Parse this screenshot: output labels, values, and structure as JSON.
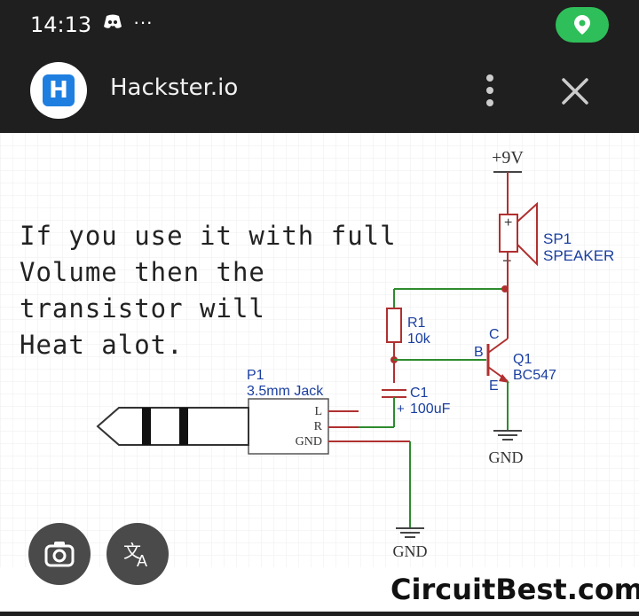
{
  "status_bar": {
    "time": "14:13",
    "more_icon": "more-dots",
    "location_icon": "location-pin",
    "status_dots": "···"
  },
  "browser_bar": {
    "site_title": "Hackster.io",
    "menu_icon": "vertical-dots",
    "close_icon": "close-x"
  },
  "schematic": {
    "overlay_text": "If you use it with full\nVolume then the\ntransistor will\nHeat alot.",
    "supply_label": "+9V",
    "speaker_ref": "SP1",
    "speaker_name": "SPEAKER",
    "speaker_plus": "+",
    "speaker_minus": "−",
    "resistor_ref": "R1",
    "resistor_value": "10k",
    "transistor_ref": "Q1",
    "transistor_model": "BC547",
    "pin_b": "B",
    "pin_c": "C",
    "pin_e": "E",
    "cap_ref": "C1",
    "cap_value": "100uF",
    "cap_plus": "+",
    "jack_ref": "P1",
    "jack_name": "3.5mm Jack",
    "jack_pin_l": "L",
    "jack_pin_r": "R",
    "jack_pin_gnd": "GND",
    "gnd_label_1": "GND",
    "gnd_label_2": "GND",
    "watermark": "CircuitBest.com"
  },
  "actions": {
    "lens_icon": "camera-lens",
    "translate_icon": "translate"
  },
  "colors": {
    "bar_bg": "#1f1f1f",
    "pill_green": "#2fbf5a",
    "wire_red": "#b03030",
    "wire_green": "#2e8b2e",
    "label_blue": "#1a3fa0"
  }
}
